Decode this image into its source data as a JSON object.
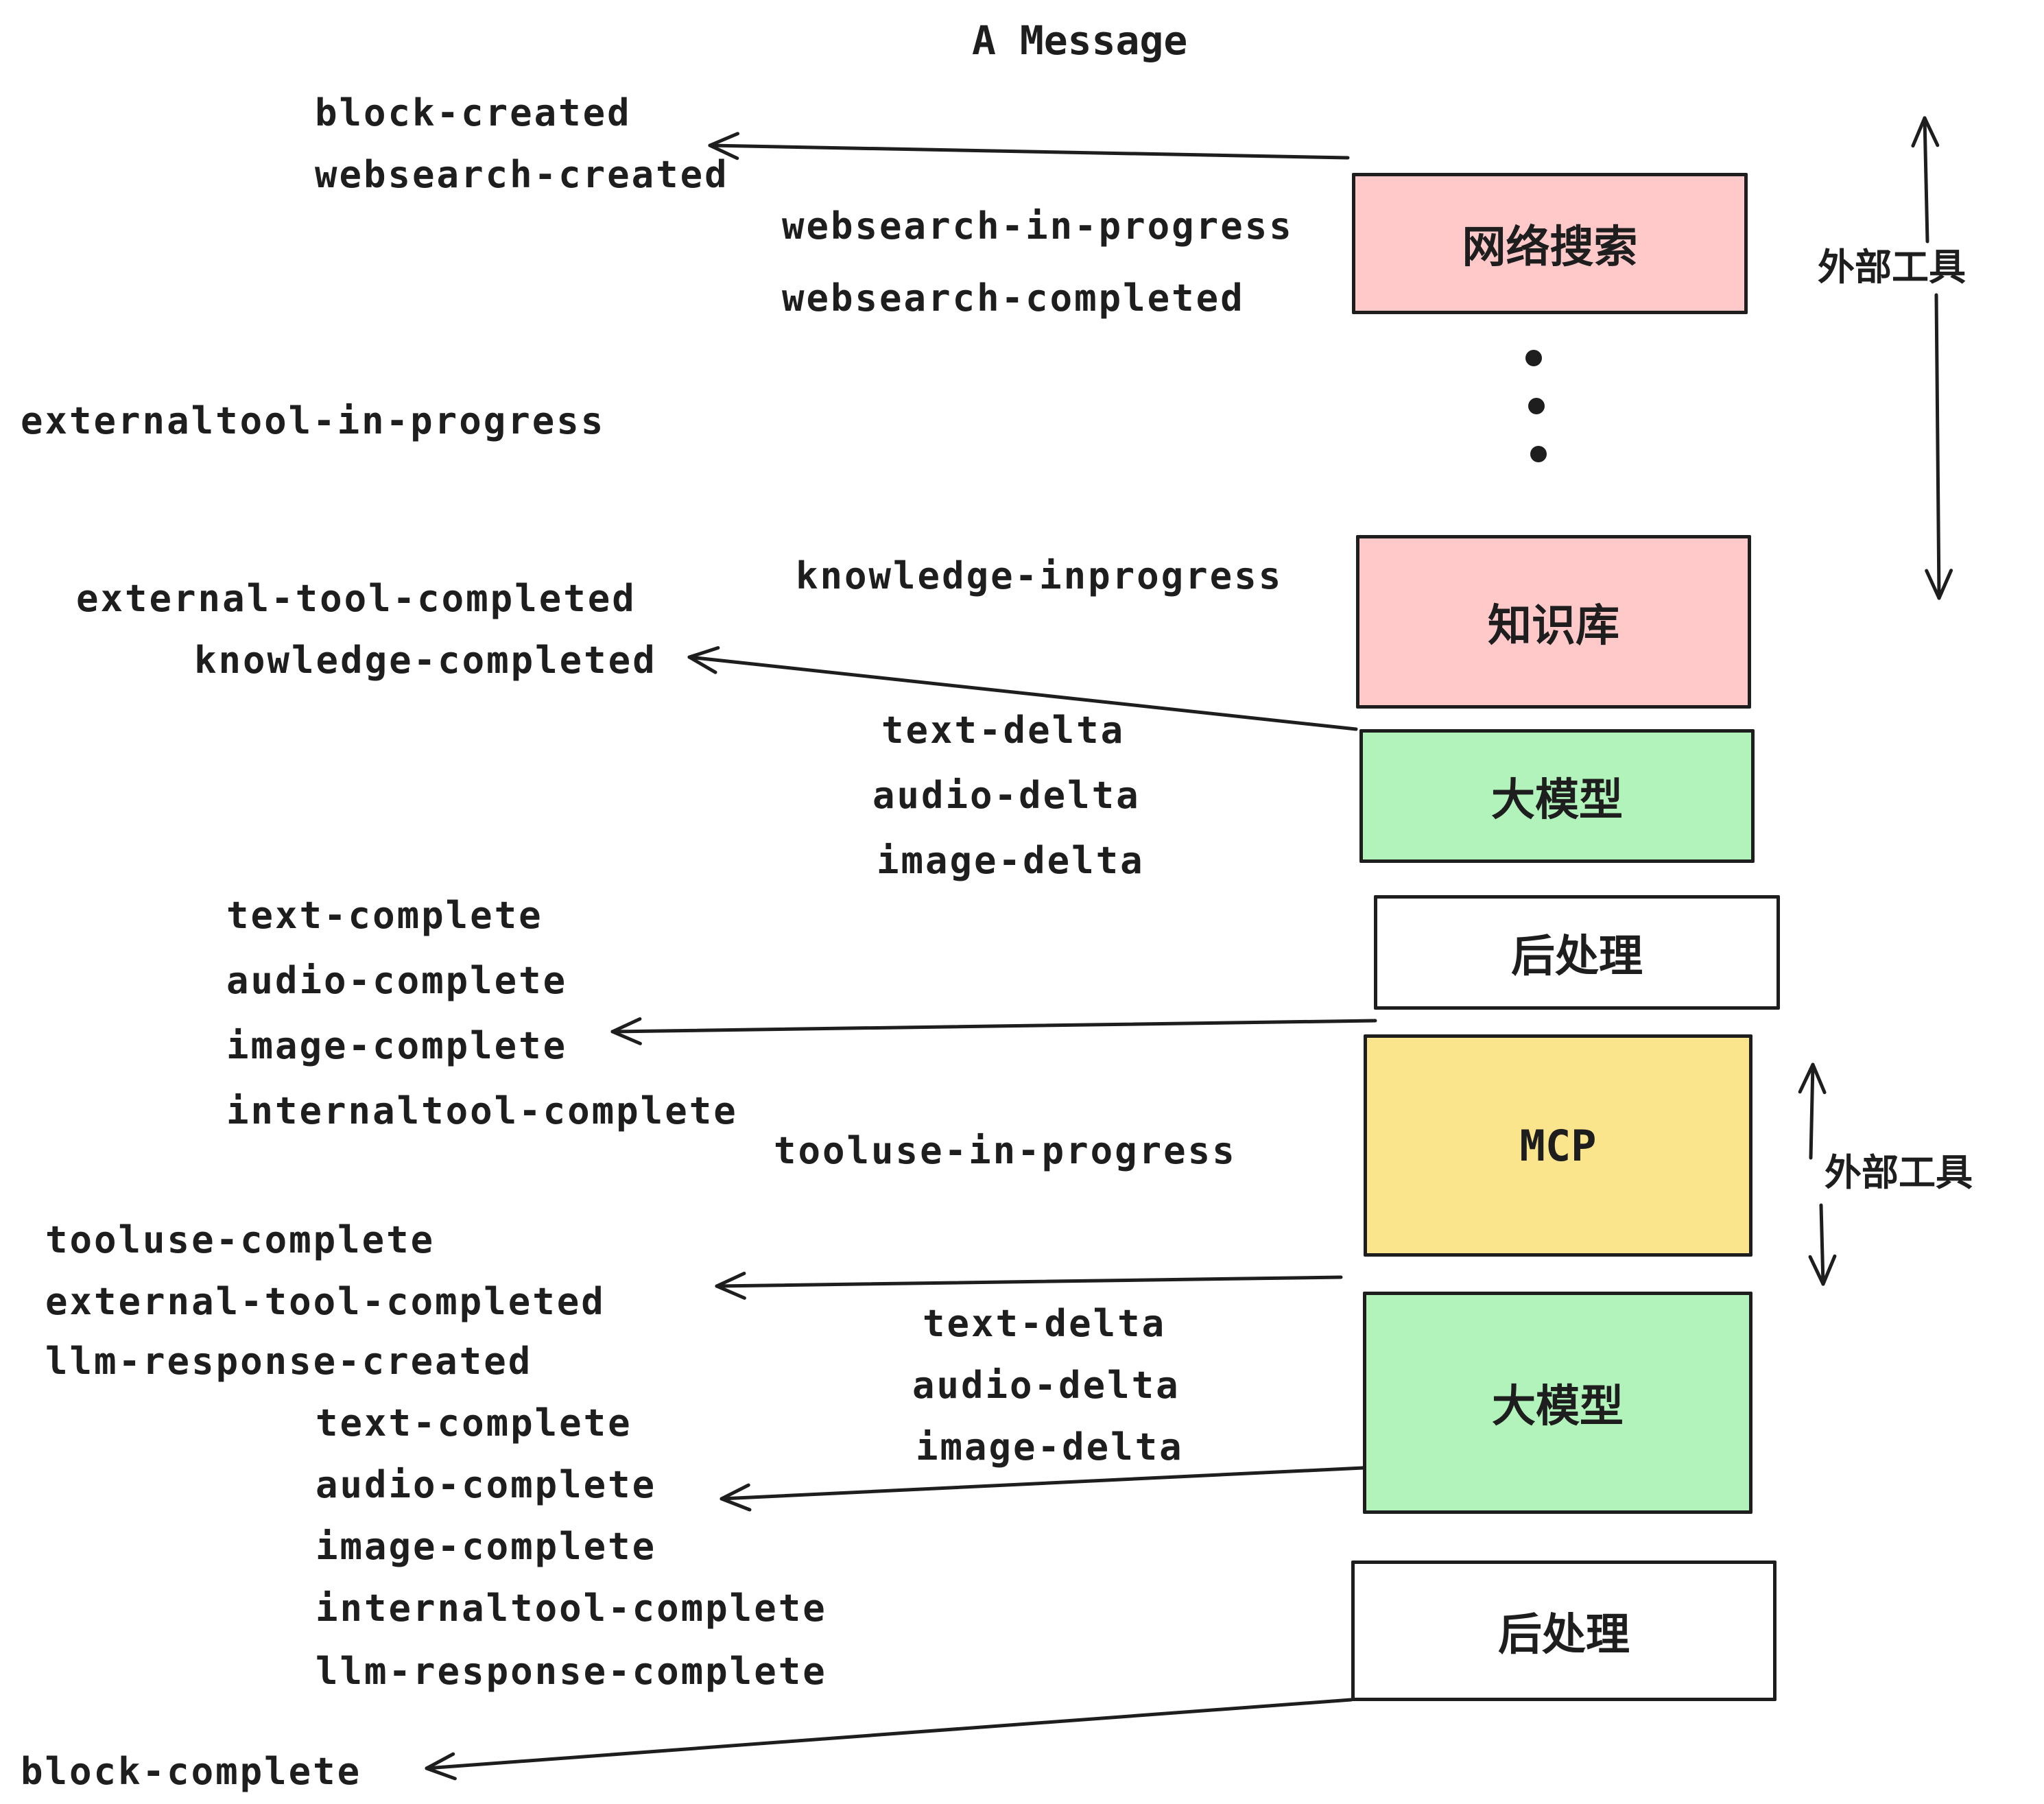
{
  "title": "A Message",
  "colors": {
    "ink": "#1e1e1e",
    "pink": "#ffc9c9",
    "green": "#b2f2bb",
    "yellow": "#fae48c",
    "white": "#ffffff"
  },
  "boxes": [
    {
      "id": "websearch",
      "label": "网络搜索",
      "color_key": "pink"
    },
    {
      "id": "knowledge",
      "label": "知识库",
      "color_key": "pink"
    },
    {
      "id": "llm-1",
      "label": "大模型",
      "color_key": "green"
    },
    {
      "id": "postprocess-1",
      "label": "后处理",
      "color_key": "white"
    },
    {
      "id": "mcp",
      "label": "MCP",
      "color_key": "yellow"
    },
    {
      "id": "llm-2",
      "label": "大模型",
      "color_key": "green"
    },
    {
      "id": "postprocess-2",
      "label": "后处理",
      "color_key": "white"
    }
  ],
  "event_labels": [
    {
      "id": "block-created",
      "text": "block-created"
    },
    {
      "id": "websearch-created",
      "text": "websearch-created"
    },
    {
      "id": "websearch-in-progress",
      "text": "websearch-in-progress"
    },
    {
      "id": "websearch-completed",
      "text": "websearch-completed"
    },
    {
      "id": "externaltool-in-progress",
      "text": "externaltool-in-progress"
    },
    {
      "id": "knowledge-inprogress",
      "text": "knowledge-inprogress"
    },
    {
      "id": "external-tool-completed",
      "text": "external-tool-completed"
    },
    {
      "id": "knowledge-completed",
      "text": "knowledge-completed"
    },
    {
      "id": "text-delta",
      "text": "text-delta"
    },
    {
      "id": "audio-delta",
      "text": "audio-delta"
    },
    {
      "id": "image-delta",
      "text": "image-delta"
    },
    {
      "id": "text-complete",
      "text": "text-complete"
    },
    {
      "id": "audio-complete",
      "text": "audio-complete"
    },
    {
      "id": "image-complete",
      "text": "image-complete"
    },
    {
      "id": "internaltool-complete",
      "text": "internaltool-complete"
    },
    {
      "id": "tooluse-in-progress",
      "text": "tooluse-in-progress"
    },
    {
      "id": "tooluse-complete",
      "text": "tooluse-complete"
    },
    {
      "id": "external-tool-completed-2",
      "text": "external-tool-completed"
    },
    {
      "id": "llm-response-created",
      "text": "llm-response-created"
    },
    {
      "id": "text-delta-2",
      "text": "text-delta"
    },
    {
      "id": "audio-delta-2",
      "text": "audio-delta"
    },
    {
      "id": "image-delta-2",
      "text": "image-delta"
    },
    {
      "id": "text-complete-2",
      "text": "text-complete"
    },
    {
      "id": "audio-complete-2",
      "text": "audio-complete"
    },
    {
      "id": "image-complete-2",
      "text": "image-complete"
    },
    {
      "id": "internaltool-complete-2",
      "text": "internaltool-complete"
    },
    {
      "id": "llm-response-complete",
      "text": "llm-response-complete"
    },
    {
      "id": "block-complete",
      "text": "block-complete"
    }
  ],
  "side_labels": [
    {
      "id": "external-tools-top",
      "text": "外部工具"
    },
    {
      "id": "external-tools-bottom",
      "text": "外部工具"
    }
  ],
  "ellipsis_dots": 3
}
